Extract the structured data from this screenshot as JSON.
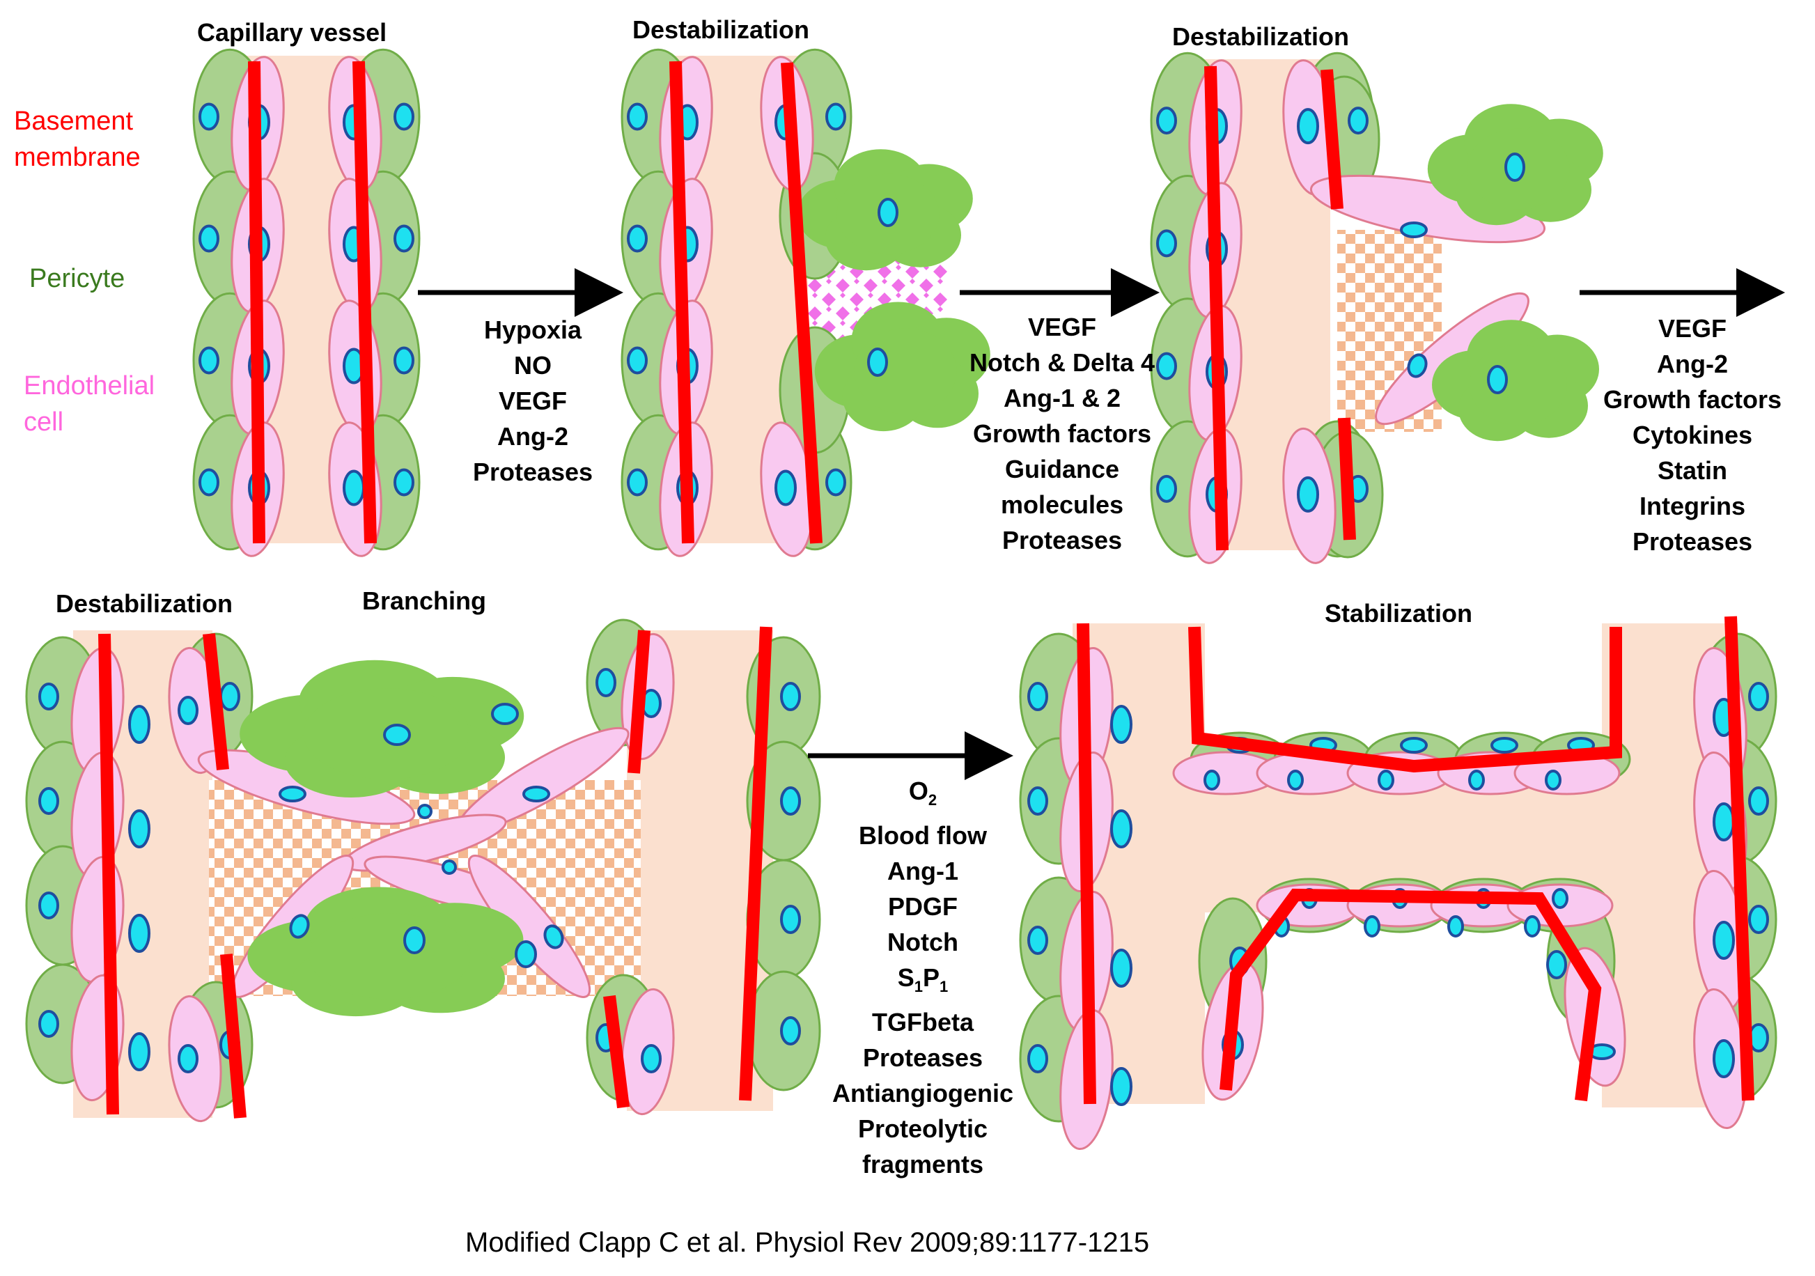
{
  "titles": {
    "capillary": "Capillary vessel",
    "destab1": "Destabilization",
    "destab2": "Destabilization",
    "destab3": "Destabilization",
    "branching": "Branching",
    "stabilization": "Stabilization"
  },
  "legend": {
    "basement_line1": "Basement",
    "basement_line2": "membrane",
    "pericyte": "Pericyte",
    "endothelial_line1": "Endothelial",
    "endothelial_line2": "cell"
  },
  "factors": {
    "step1": [
      "Hypoxia",
      "NO",
      "VEGF",
      "Ang-2",
      "Proteases"
    ],
    "step2": [
      "VEGF",
      "Notch & Delta 4",
      "Ang-1 & 2",
      "Growth factors",
      "Guidance",
      "molecules",
      "Proteases"
    ],
    "step3": [
      "VEGF",
      "Ang-2",
      "Growth factors",
      "Cytokines",
      "Statin",
      "Integrins",
      "Proteases"
    ],
    "step4_o2_base": "O",
    "step4_o2_sub": "2",
    "step4_s1p1": {
      "s": "S",
      "s_sub": "1",
      "p": "P",
      "p_sub": "1"
    },
    "step4": [
      "Blood flow",
      "Ang-1",
      "PDGF",
      "Notch"
    ],
    "step4_tail": [
      "TGFbeta",
      "Proteases",
      "Antiangiogenic",
      "Proteolytic",
      "fragments"
    ]
  },
  "credit": "Modified Clapp C et al. Physiol Rev 2009;89:1177-1215",
  "colors": {
    "basement": "#ff0000",
    "pericyte_fill": "#a9d18e",
    "pericyte_stroke": "#70ad47",
    "endothelial_fill": "#f9c9f0",
    "endothelial_stroke": "#e07a90",
    "lumen": "#fbe0cf",
    "nucleus_fill": "#1ee0f0",
    "nucleus_stroke": "#1f4e9e",
    "leak_pink": "#f070e8",
    "leak_check": "#f4b890",
    "cloud": "#86cc55",
    "basement_label": "#ff0000",
    "pericyte_label": "#3a7a1e",
    "endothelial_label": "#ff66dd"
  }
}
